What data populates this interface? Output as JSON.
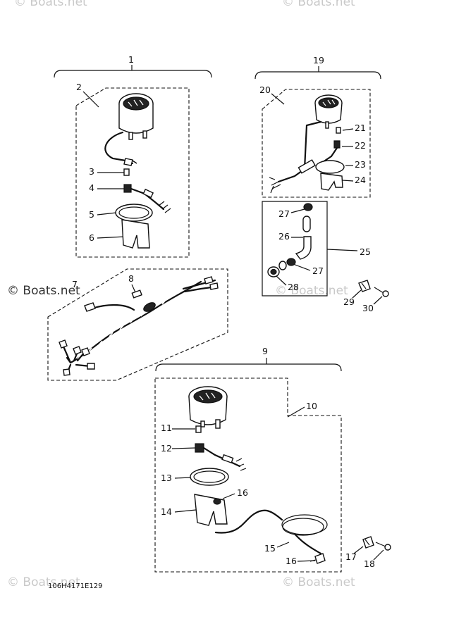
{
  "watermarks": {
    "top_left": "© Boats.net",
    "top_right": "© Boats.net",
    "mid_left": "© Boats.net",
    "mid_right": "© Boats.net",
    "bottom_left": "© Boats.net",
    "bottom_right": "© Boats.net"
  },
  "diagram_code": "106H4171E129",
  "callouts": {
    "c1": "1",
    "c2": "2",
    "c3": "3",
    "c4": "4",
    "c5": "5",
    "c6": "6",
    "c7": "7",
    "c8": "8",
    "c9": "9",
    "c10": "10",
    "c11": "11",
    "c12": "12",
    "c13": "13",
    "c14": "14",
    "c15": "15",
    "c16a": "16",
    "c16b": "16",
    "c17": "17",
    "c18": "18",
    "c19": "19",
    "c20": "20",
    "c21": "21",
    "c22": "22",
    "c23": "23",
    "c24": "24",
    "c25": "25",
    "c26": "26",
    "c27a": "27",
    "c27b": "27",
    "c28": "28",
    "c29": "29",
    "c30": "30"
  }
}
